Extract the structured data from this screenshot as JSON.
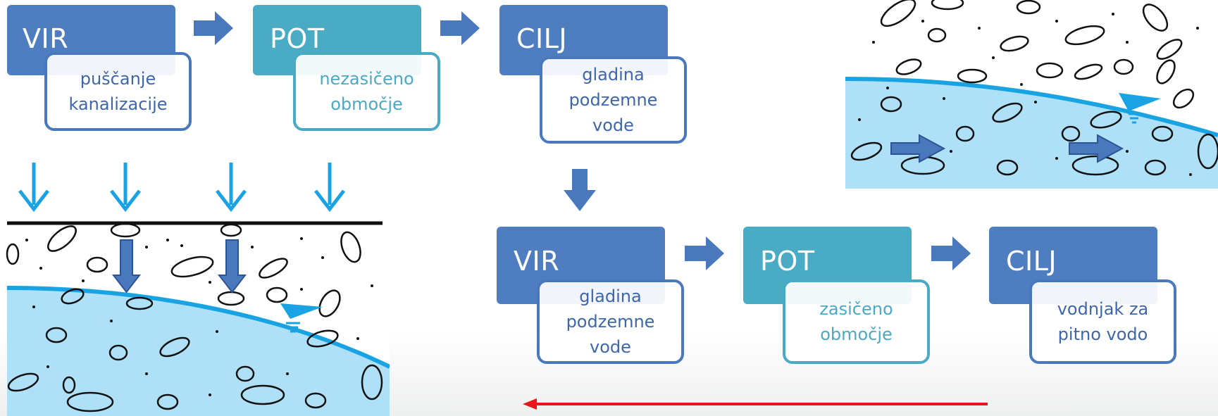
{
  "colors": {
    "blue_box": "#4f7ec0",
    "teal_box": "#4aabc4",
    "arrow_block": "#4a78bd",
    "water": "#aee1f7",
    "water_line": "#1aa3e3",
    "infiltration_arrow": "#1aa3e3",
    "return_arrow": "#e8161b"
  },
  "top_chain": {
    "vir": {
      "head": "VIR",
      "sub": "puščanje\nkanalizacije"
    },
    "pot": {
      "head": "POT",
      "sub": "nezasičeno\nobmočje"
    },
    "cilj": {
      "head": "CILJ",
      "sub": "gladina\npodzemne\nvode"
    }
  },
  "bottom_chain": {
    "vir": {
      "head": "VIR",
      "sub": "gladina\npodzemne\nvode"
    },
    "pot": {
      "head": "POT",
      "sub": "zasičeno\nobmočje"
    },
    "cilj": {
      "head": "CILJ",
      "sub": "vodnjak za\npitno vodo"
    }
  },
  "icons": {
    "chain_arrow": "right-block-arrow-icon",
    "down_arrow": "down-block-arrow-icon",
    "return_arrow": "left-red-arrow-icon",
    "infiltration": "down-arrow-icon",
    "water_table": "water-table-triangle-icon"
  }
}
